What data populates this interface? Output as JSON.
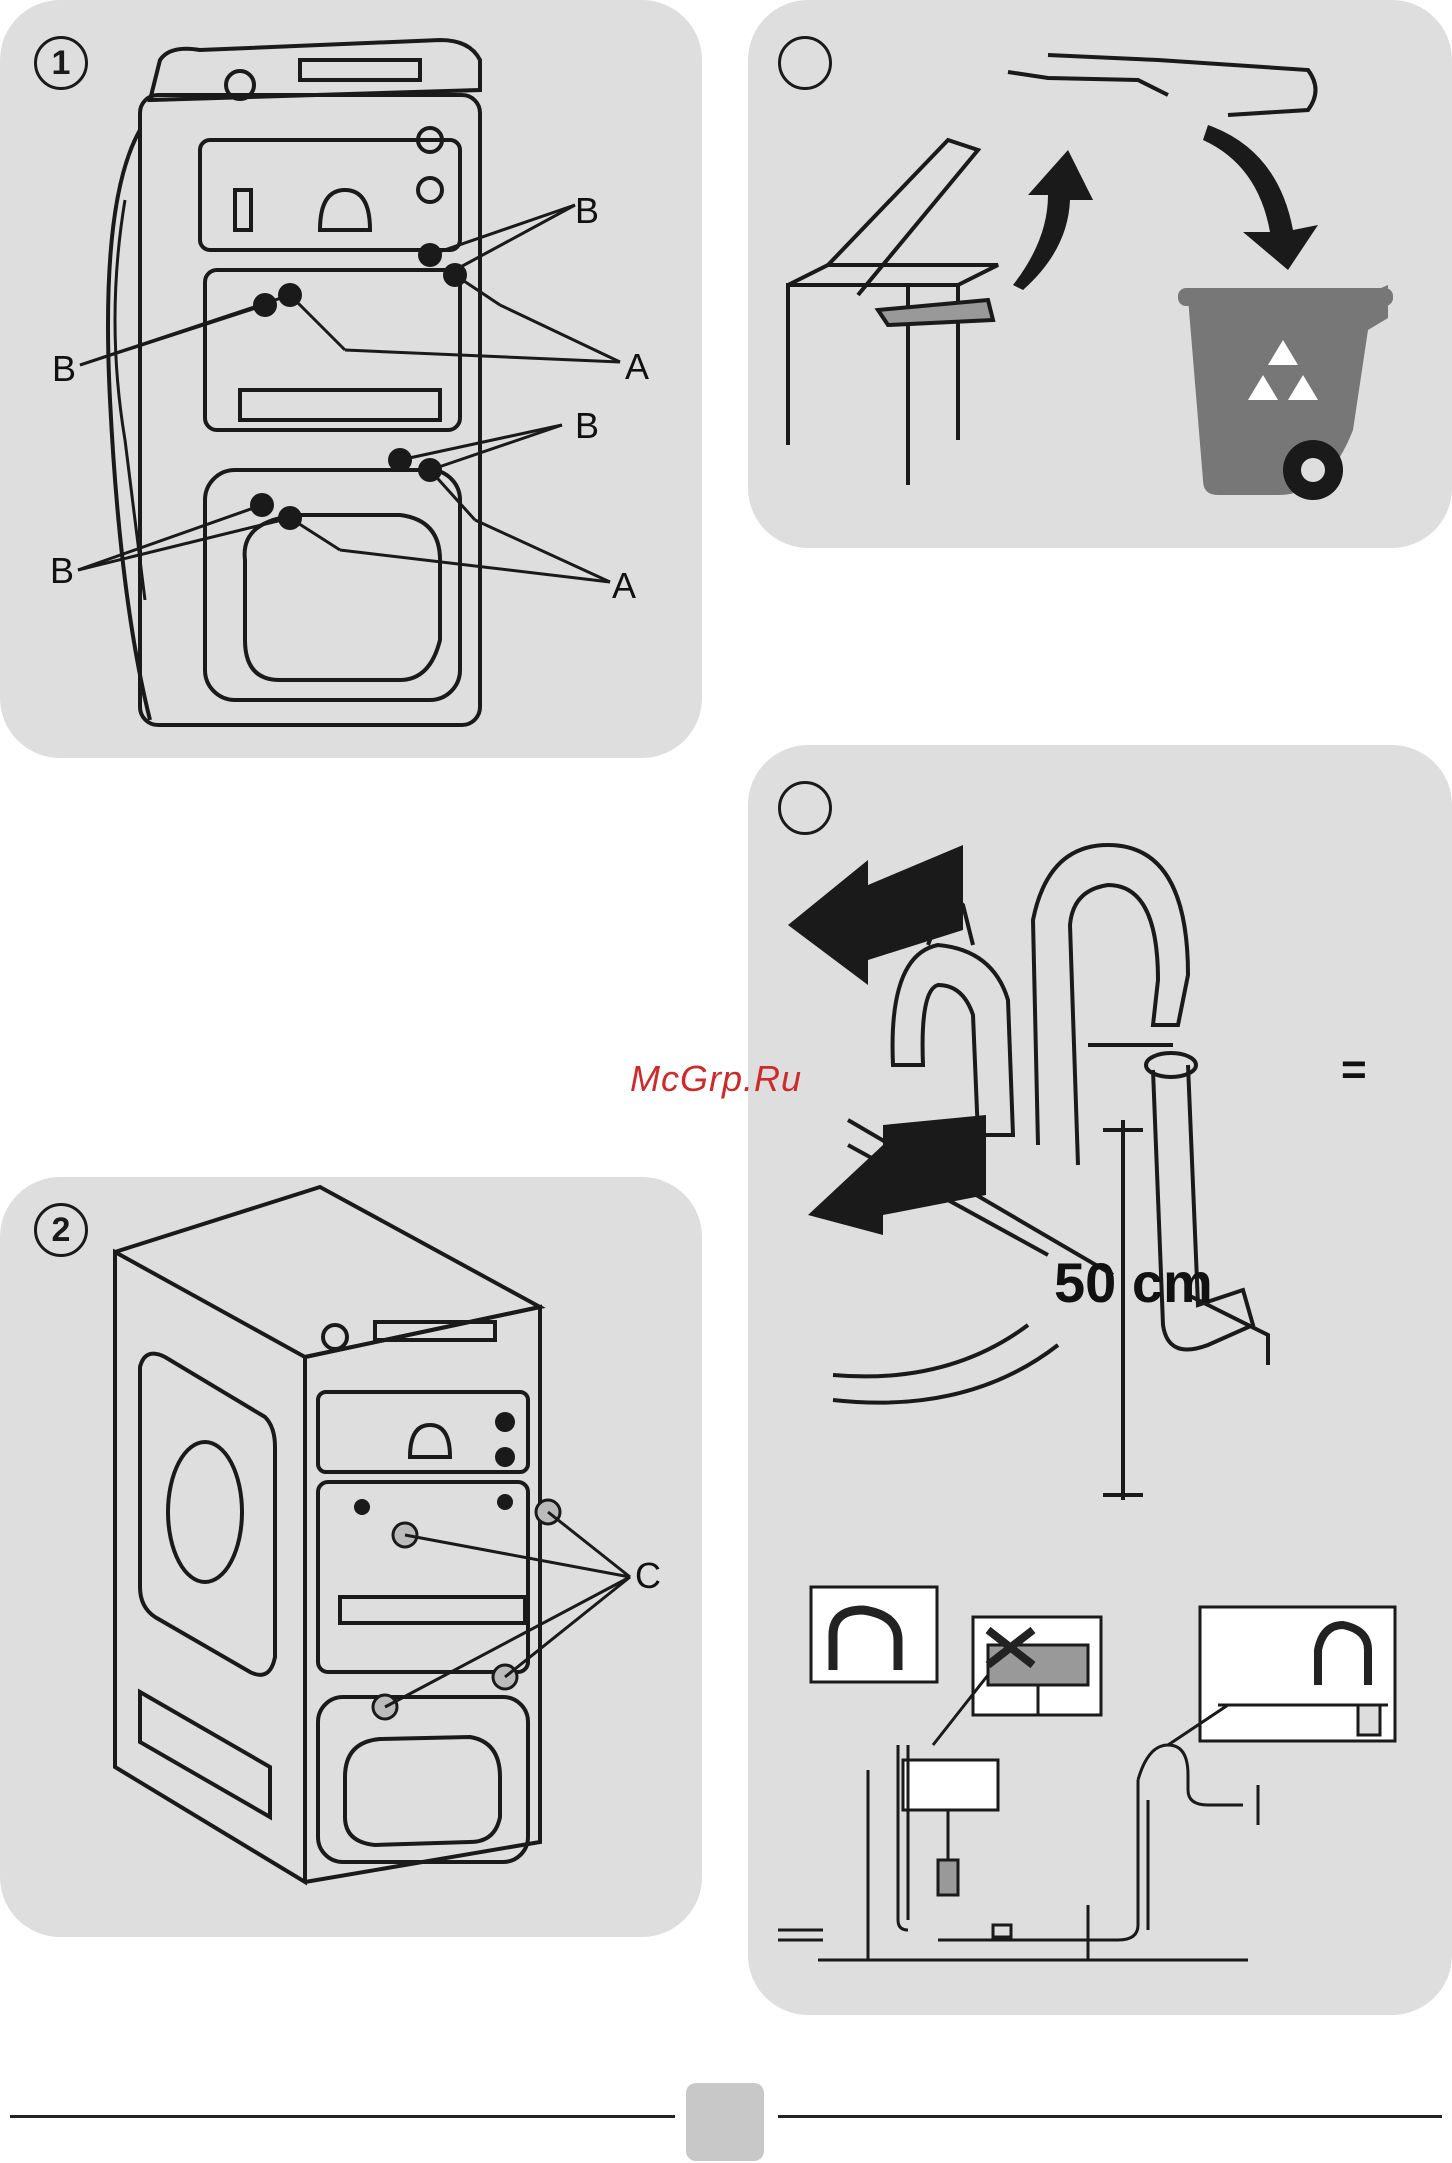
{
  "watermark": "McGrp.Ru",
  "panel1": {
    "step": "1",
    "labels": {
      "b1": "B",
      "b2": "B",
      "b3": "B",
      "b4": "B",
      "a1": "A",
      "a2": "A"
    }
  },
  "panel2": {
    "step": "2",
    "labels": {
      "c": "C"
    }
  },
  "panel3": {
    "step": ""
  },
  "panel4": {
    "step": "",
    "distance_label": "50 cm",
    "equal_sign": "="
  }
}
